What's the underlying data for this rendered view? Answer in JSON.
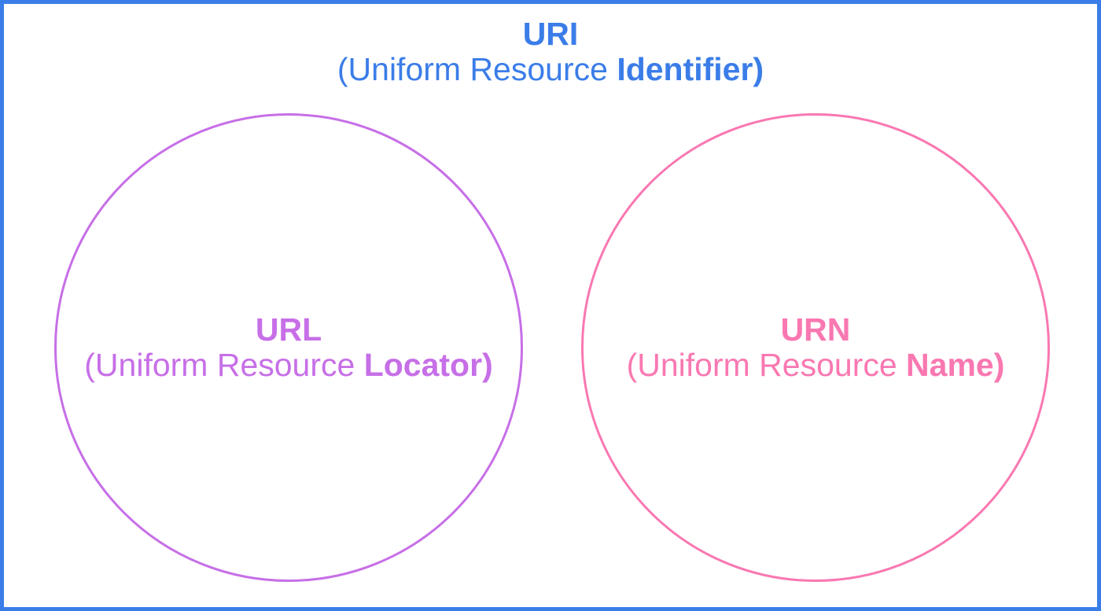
{
  "colors": {
    "uri-blue": "#3B7DE8",
    "url-purple": "#C76FE7",
    "urn-pink": "#F978B1",
    "bg": "#FFFFFF"
  },
  "title": {
    "abbr": "URI",
    "expansion_prefix": "(Uniform Resource ",
    "expansion_emphasis": "Identifier",
    "expansion_suffix": ")"
  },
  "sets": [
    {
      "id": "url",
      "abbr": "URL",
      "expansion_prefix": "(Uniform Resource ",
      "expansion_emphasis": "Locator",
      "expansion_suffix": ")"
    },
    {
      "id": "urn",
      "abbr": "URN",
      "expansion_prefix": "(Uniform Resource ",
      "expansion_emphasis": "Name",
      "expansion_suffix": ")"
    }
  ],
  "relationship": "URL and URN are disjoint subsets inside URI"
}
